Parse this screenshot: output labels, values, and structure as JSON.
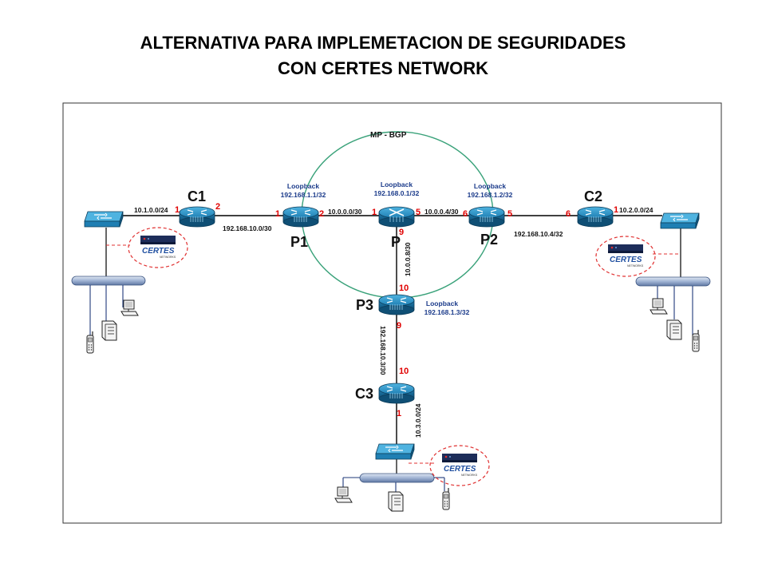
{
  "title": {
    "line1": "ALTERNATIVA PARA IMPLEMETACION DE SEGURIDADES",
    "line2": "CON CERTES NETWORK"
  },
  "colors": {
    "router": "#1f7fb3",
    "router_dark": "#125a82",
    "switch": "#2d9ad0",
    "link": "#000000",
    "ring": "#3aa27a",
    "port_label": "#e00000",
    "encircle": "#e03030",
    "certes_box": "#1d2d5a"
  },
  "ring_label": "MP - BGP",
  "routers": {
    "c1": {
      "name": "C1"
    },
    "p1": {
      "name": "P1",
      "loopback_title": "Loopback",
      "loopback_ip": "192.168.1.1/32"
    },
    "p": {
      "name": "P",
      "loopback_title": "Loopback",
      "loopback_ip": "192.168.0.1/32"
    },
    "p2": {
      "name": "P2",
      "loopback_title": "Loopback",
      "loopback_ip": "192.168.1.2/32"
    },
    "c2": {
      "name": "C2"
    },
    "p3": {
      "name": "P3",
      "loopback_title": "Loopback",
      "loopback_ip": "192.168.1.3/32"
    },
    "c3": {
      "name": "C3"
    }
  },
  "networks": {
    "lan_c1": "10.1.0.0/24",
    "c1_p1": "192.168.10.0/30",
    "p1_p": "10.0.0.0/30",
    "p_p2": "10.0.0.4/30",
    "p2_c2": "192.168.10.4/32",
    "lan_c2": "10.2.0.0/24",
    "p_p3": "10.0.0.8/30",
    "p3_c3": "192.168.10.3/30",
    "lan_c3": "10.3.0.0/24"
  },
  "ports": {
    "c1_lan": "1",
    "c1_wan": "2",
    "p1_c1": "1",
    "p1_p": "2",
    "p_p1": "1",
    "p_p2": "5",
    "p_p3": "9",
    "p2_p": "6",
    "p2_c2": "5",
    "c2_p2": "6",
    "c2_lan": "1",
    "p3_p": "10",
    "p3_c3": "9",
    "c3_p3": "10",
    "c3_lan": "1"
  },
  "certes": {
    "brand": "CERTES",
    "sub": "NETWORKS"
  }
}
